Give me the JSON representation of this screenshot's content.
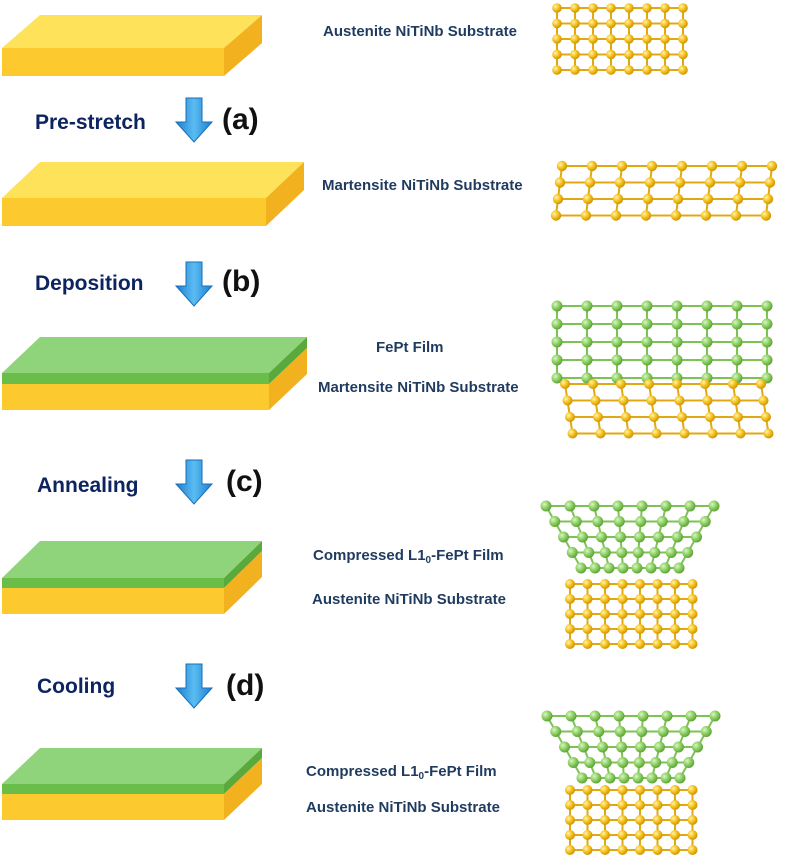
{
  "colors": {
    "substrate_top": "#fde25a",
    "substrate_front": "#fcc92e",
    "substrate_side": "#f5b421",
    "film_top": "#8fd47a",
    "film_front": "#6bbd4a",
    "film_side": "#5aa93c",
    "atom_gold": "#f6c21c",
    "atom_green": "#8fd165",
    "arrow": "#2e9be0",
    "label_text": "#1f3b5f",
    "process_text": "#0d2460"
  },
  "stages": [
    {
      "substrate_label": "Austenite NiTiNb Substrate"
    },
    {
      "substrate_label": "Martensite NiTiNb Substrate"
    },
    {
      "film_label": "FePt Film",
      "substrate_label": "Martensite NiTiNb Substrate"
    },
    {
      "film_label_prefix": "Compressed L1",
      "film_label_sub": "0",
      "film_label_suffix": "-FePt Film",
      "substrate_label": "Austenite NiTiNb Substrate"
    },
    {
      "film_label_prefix": "Compressed L1",
      "film_label_sub": "0",
      "film_label_suffix": "-FePt Film",
      "substrate_label": "Austenite NiTiNb Substrate"
    }
  ],
  "processes": [
    {
      "name": "Pre-stretch",
      "step": "(a)"
    },
    {
      "name": "Deposition",
      "step": "(b)"
    },
    {
      "name": "Annealing",
      "step": "(c)"
    },
    {
      "name": "Cooling",
      "step": "(d)"
    }
  ]
}
